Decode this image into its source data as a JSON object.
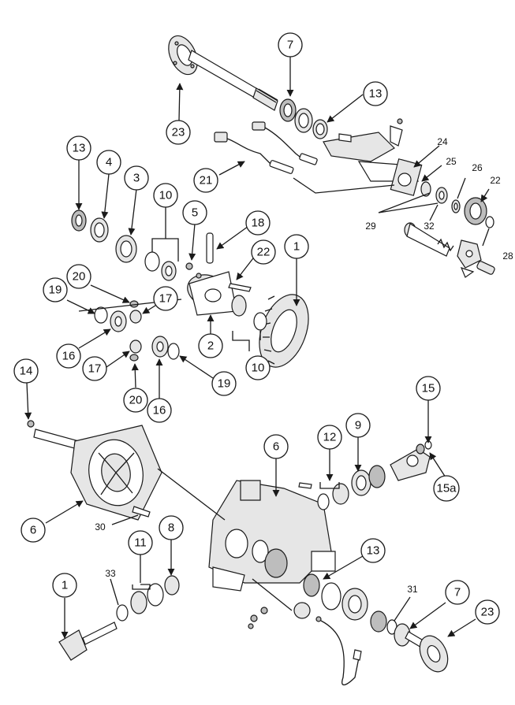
{
  "callouts": {
    "c1": "7",
    "c2": "13",
    "c3": "23",
    "c4": "24",
    "c5": "25",
    "c6": "26",
    "c7": "22",
    "c8": "21",
    "c9": "29",
    "c10": "32",
    "c11": "28",
    "c12": "13",
    "c13": "4",
    "c14": "3",
    "c15": "10",
    "c16": "5",
    "c17": "18",
    "c18": "22",
    "c19": "1",
    "c20": "20",
    "c21": "19",
    "c22": "17",
    "c23": "16",
    "c24": "2",
    "c25": "17",
    "c26": "10",
    "c27": "20",
    "c28": "16",
    "c29": "19",
    "c30": "14",
    "c31": "6",
    "c32": "6",
    "c33": "12",
    "c34": "9",
    "c35": "15",
    "c36": "15a",
    "c37": "30",
    "c38": "8",
    "c39": "11",
    "c40": "33",
    "c41": "1",
    "c42": "13",
    "c43": "31",
    "c44": "7",
    "c45": "23"
  }
}
